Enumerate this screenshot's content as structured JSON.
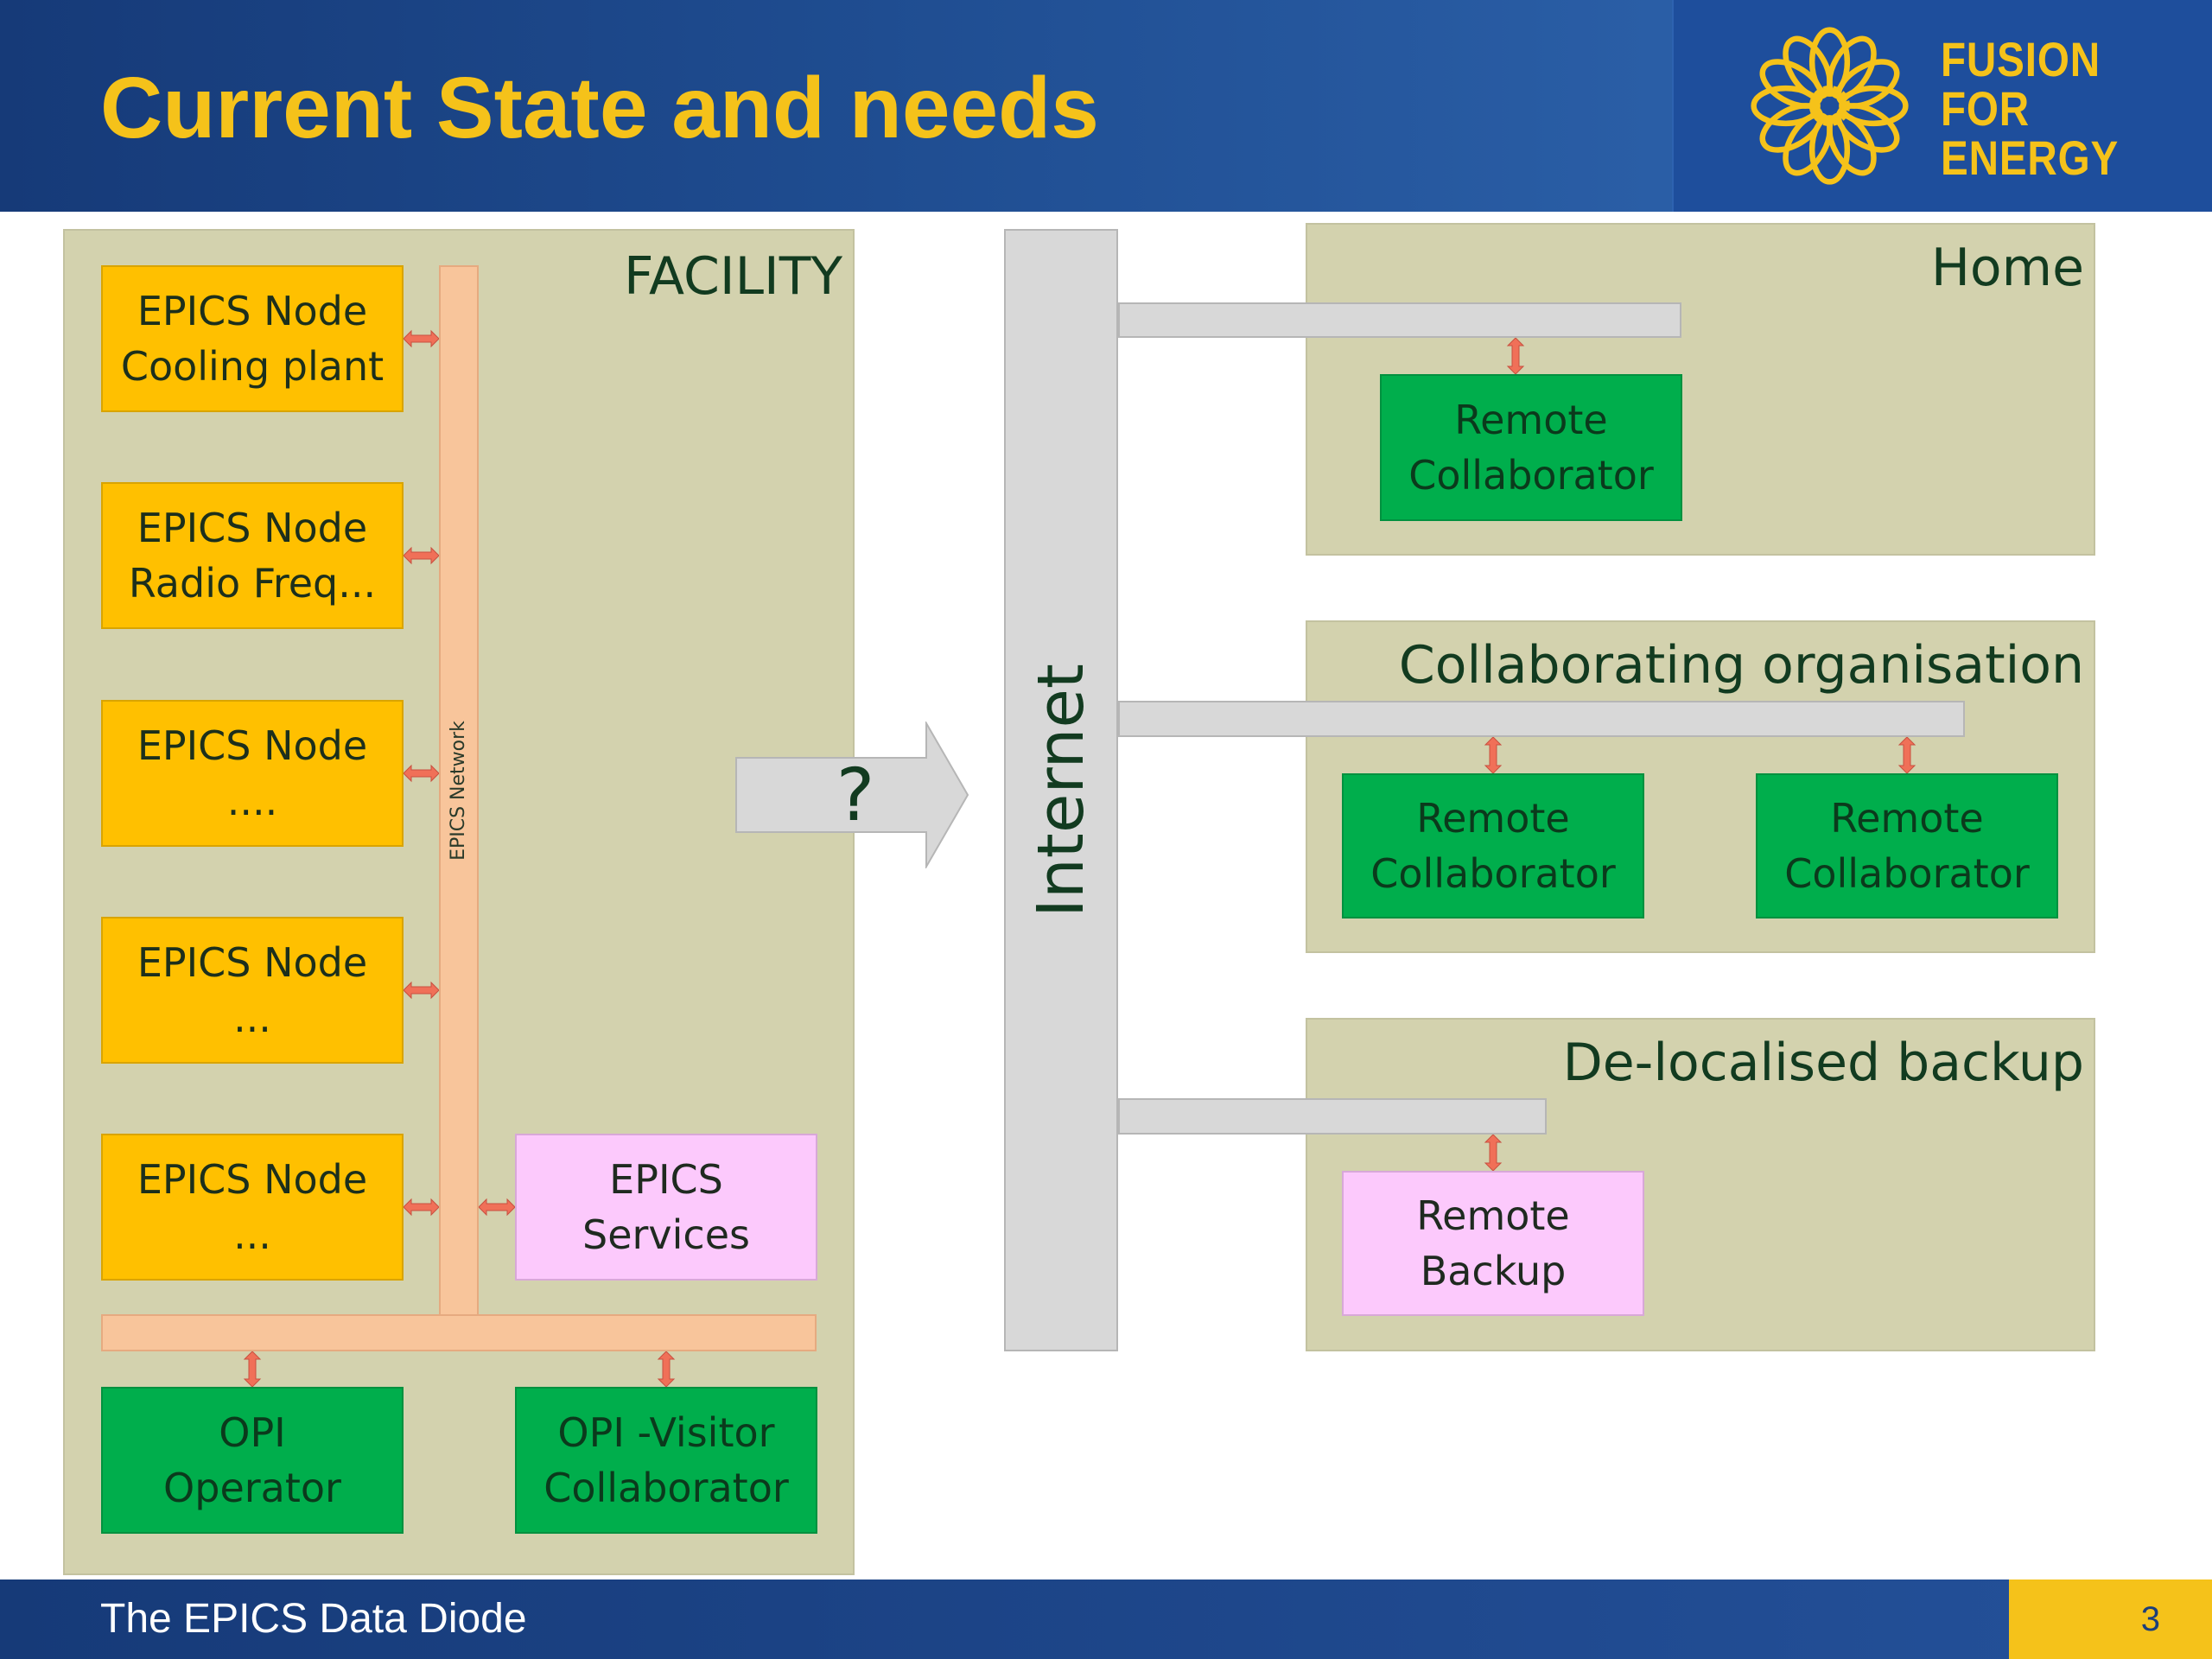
{
  "header": {
    "title": "Current State and needs",
    "logo_lines": [
      "FUSION",
      "FOR",
      "ENERGY"
    ]
  },
  "footer": {
    "presentation_title": "The EPICS Data Diode",
    "page_number": "3"
  },
  "facility": {
    "title": "FACILITY",
    "network_label": "EPICS Network",
    "nodes": [
      {
        "label": "EPICS Node\nCooling plant"
      },
      {
        "label": "EPICS Node\nRadio Freq..."
      },
      {
        "label": "EPICS Node\n...."
      },
      {
        "label": "EPICS Node\n..."
      },
      {
        "label": "EPICS Node\n..."
      }
    ],
    "services": "EPICS\nServices",
    "opi_operator": "OPI\nOperator",
    "opi_visitor": "OPI -Visitor\nCollaborator"
  },
  "question_mark": "?",
  "internet_label": "Internet",
  "home": {
    "title": "Home",
    "collaborator": "Remote\nCollaborator"
  },
  "collab_org": {
    "title": "Collaborating organisation",
    "collaborators": [
      "Remote\nCollaborator",
      "Remote\nCollaborator"
    ]
  },
  "backup": {
    "title": "De-localised backup",
    "remote_backup": "Remote\nBackup"
  },
  "colors": {
    "header_blue": "#1f4d91",
    "title_yellow": "#f5c21a",
    "panel_khaki": "#d3d2ae",
    "node_orange": "#ffc000",
    "opi_green": "#00ae4c",
    "service_pink": "#fcc9fc",
    "network_peach": "#f8c59b",
    "internet_grey": "#d8d8d8",
    "connector_red": "#f07058"
  }
}
